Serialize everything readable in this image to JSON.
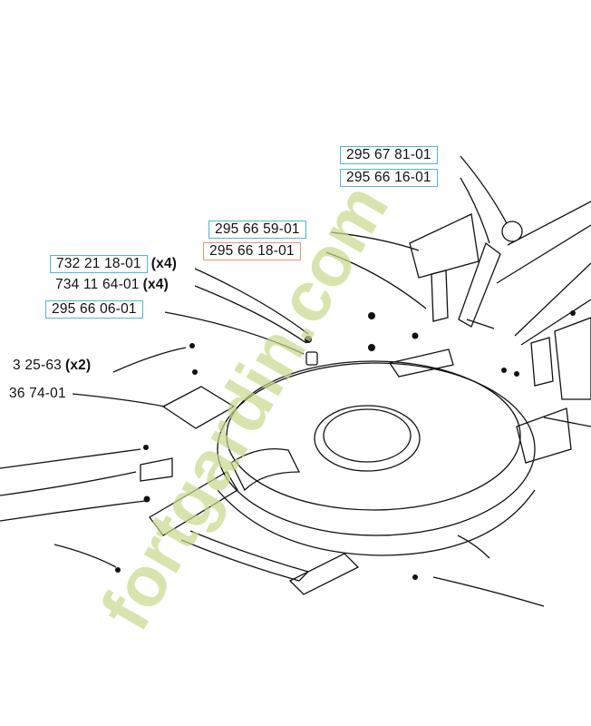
{
  "labels": {
    "p1": {
      "text": "295 67 81-01",
      "box": "blue"
    },
    "p2": {
      "text": "295 66 16-01",
      "box": "blue"
    },
    "p3": {
      "text": "295 66 59-01",
      "box": "blue"
    },
    "p4": {
      "text": "295 66 18-01",
      "box": "orange"
    },
    "p5": {
      "text": "732 21 18-01",
      "qty": "(x4)",
      "box": "blue"
    },
    "p6": {
      "text": "734 11 64-01",
      "qty": "(x4)",
      "box": "none"
    },
    "p7": {
      "text": "295 66 06-01",
      "box": "blue"
    },
    "p8": {
      "text": "3 25-63",
      "qty": "(x2)",
      "box": "none"
    },
    "p9": {
      "text": "36 74-01",
      "box": "none"
    }
  },
  "watermark": {
    "text": "fortgardin.com",
    "color": "#c8d88a"
  },
  "colors": {
    "line": "#111111",
    "blue_box": "#4fb6d6",
    "orange_box": "#e8956b"
  }
}
